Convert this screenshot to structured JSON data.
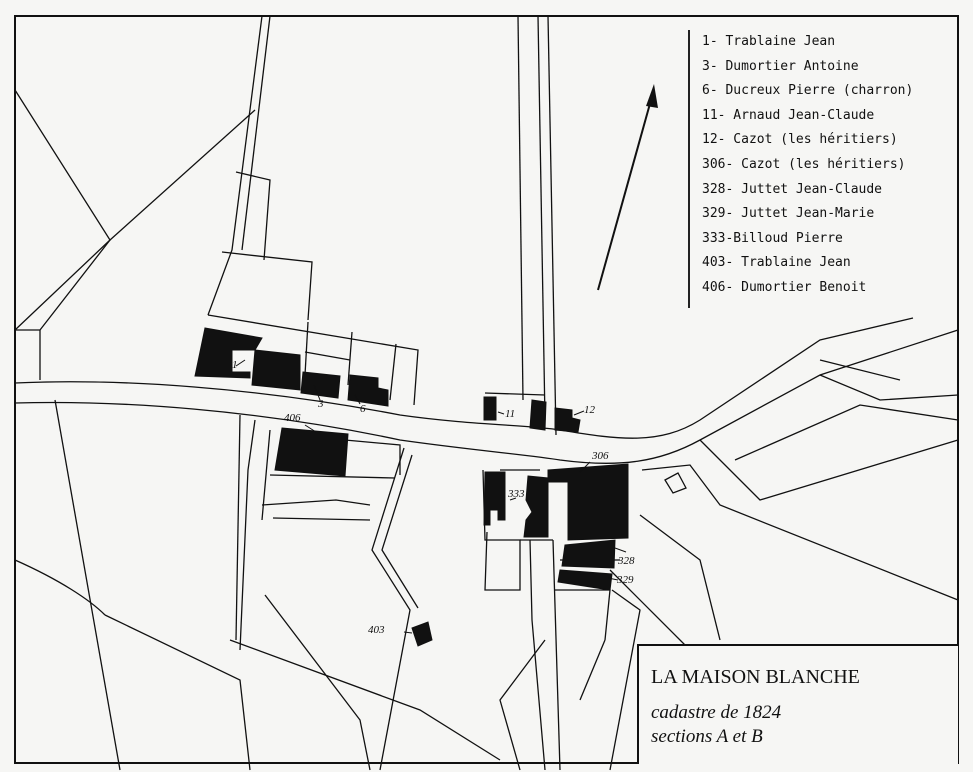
{
  "legend": {
    "entries": [
      "1- Trablaine Jean",
      "3- Dumortier Antoine",
      "6- Ducreux Pierre (charron)",
      "11- Arnaud Jean-Claude",
      "12- Cazot (les héritiers)",
      "306- Cazot (les héritiers)",
      "328- Juttet Jean-Claude",
      "329- Juttet Jean-Marie",
      "333-Billoud Pierre",
      "403- Trablaine Jean",
      "406- Dumortier Benoit"
    ]
  },
  "parcel_labels": {
    "p1": "1",
    "p3": "3",
    "p6": "6",
    "p11": "11",
    "p12": "12",
    "p306": "306",
    "p328": "328",
    "p329": "329",
    "p333": "333",
    "p403": "403",
    "p406": "406"
  },
  "title": {
    "name": "LA MAISON BLANCHE",
    "subtitle": "cadastre de 1824",
    "sections": "sections A et B"
  },
  "colors": {
    "ink": "#111111",
    "paper": "#f6f6f4",
    "owned_parcel_fill": "#111111"
  },
  "icons": {
    "north_arrow": "north-arrow-icon"
  }
}
